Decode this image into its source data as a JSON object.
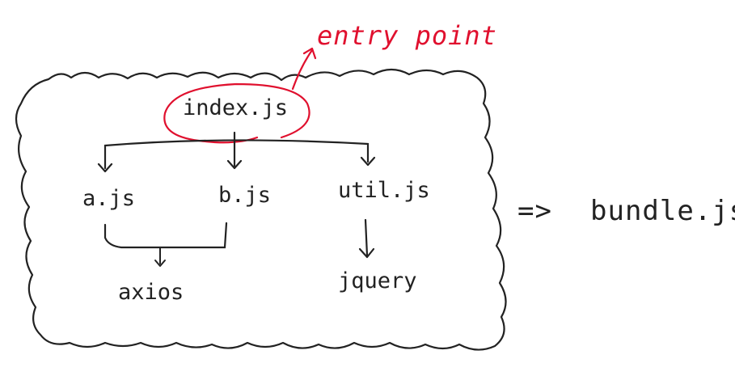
{
  "diagram": {
    "annotation": {
      "label": "entry point",
      "color": "#e0102e"
    },
    "modules": {
      "index": "index.js",
      "a": "a.js",
      "b": "b.js",
      "util": "util.js",
      "axios": "axios",
      "jquery": "jquery"
    },
    "output": {
      "arrow": "=>",
      "label": "bundle.js"
    },
    "colors": {
      "ink": "#222222",
      "accent": "#e0102e",
      "background": "#ffffff"
    }
  }
}
